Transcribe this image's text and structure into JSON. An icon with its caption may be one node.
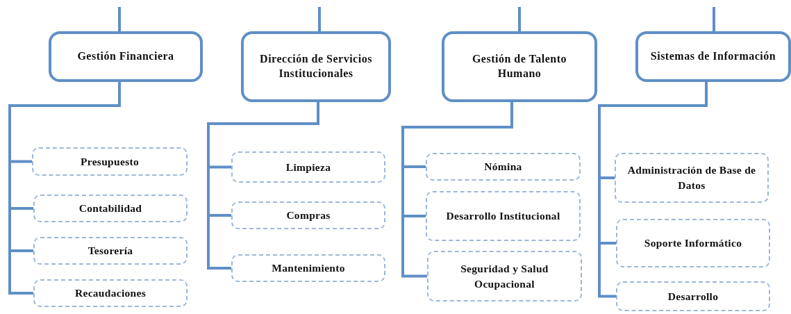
{
  "diagram": {
    "nodes": [
      {
        "text": [
          "Gestión Financiera"
        ]
      },
      {
        "text": [
          "Presupuesto"
        ]
      },
      {
        "text": [
          "Contabilidad"
        ]
      },
      {
        "text": [
          "Tesorería"
        ]
      },
      {
        "text": [
          "Recaudaciones"
        ]
      },
      {
        "text": [
          "Dirección de Servicios Institucionales"
        ]
      },
      {
        "text": [
          "Limpieza"
        ]
      },
      {
        "text": [
          "Compras"
        ]
      },
      {
        "text": [
          "Mantenimiento"
        ]
      },
      {
        "text": [
          "Gestión de Talento Humano"
        ]
      },
      {
        "text": [
          "Nómina"
        ]
      },
      {
        "text": [
          "Desarrollo Institucional"
        ]
      },
      {
        "text": [
          "Seguridad y Salud Ocupacional"
        ]
      },
      {
        "text": [
          "Sistemas de Información"
        ]
      },
      {
        "text": [
          "Administración de Base de Datos"
        ]
      },
      {
        "text": [
          "Soporte Informático"
        ]
      },
      {
        "text": [
          "Desarrollo"
        ]
      }
    ],
    "edges": [
      {
        "from": null,
        "to": 0,
        "arrow": "none"
      },
      {
        "from": null,
        "to": 5,
        "arrow": "none"
      },
      {
        "from": null,
        "to": 9,
        "arrow": "none"
      },
      {
        "from": null,
        "to": 13,
        "arrow": "none"
      },
      {
        "from": 0,
        "to": 1,
        "arrow": "none"
      },
      {
        "from": 0,
        "to": 2,
        "arrow": "none"
      },
      {
        "from": 0,
        "to": 3,
        "arrow": "none"
      },
      {
        "from": 0,
        "to": 4,
        "arrow": "none"
      },
      {
        "from": 5,
        "to": 6,
        "arrow": "none"
      },
      {
        "from": 5,
        "to": 7,
        "arrow": "none"
      },
      {
        "from": 5,
        "to": 8,
        "arrow": "none"
      },
      {
        "from": 9,
        "to": 10,
        "arrow": "none"
      },
      {
        "from": 9,
        "to": 11,
        "arrow": "none"
      },
      {
        "from": 9,
        "to": 12,
        "arrow": "none"
      },
      {
        "from": 13,
        "to": 14,
        "arrow": "none"
      },
      {
        "from": 13,
        "to": 15,
        "arrow": "none"
      },
      {
        "from": 13,
        "to": 16,
        "arrow": "none"
      }
    ]
  }
}
